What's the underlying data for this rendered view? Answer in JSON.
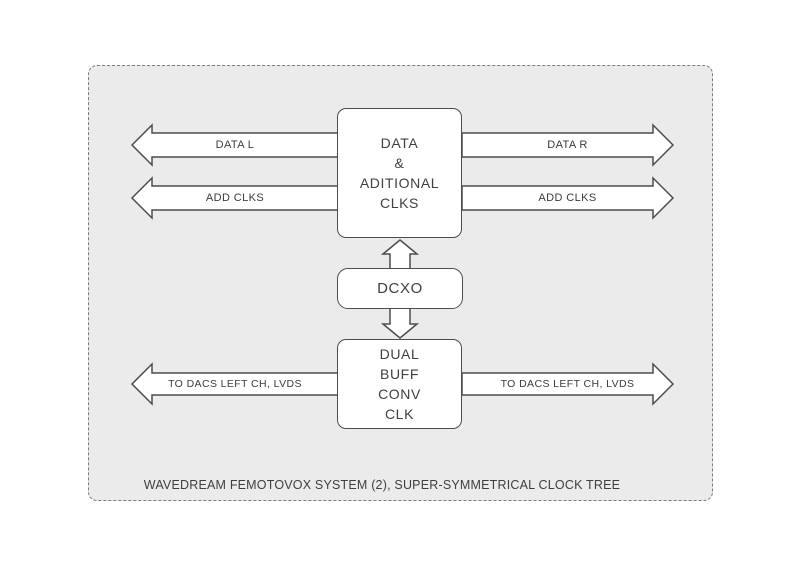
{
  "diagram": {
    "caption": "WAVEDREAM FEMOTOVOX SYSTEM (2), SUPER-SYMMETRICAL CLOCK TREE",
    "boxes": {
      "data_clks": {
        "lines": [
          "DATA",
          "&",
          "ADITIONAL",
          "CLKS"
        ]
      },
      "dcxo": {
        "label": "DCXO"
      },
      "dual_buff": {
        "lines": [
          "DUAL",
          "BUFF",
          "CONV",
          "CLK"
        ]
      }
    },
    "arrow_labels": {
      "data_l": "DATA L",
      "data_r": "DATA R",
      "add_clks_l": "ADD CLKS",
      "add_clks_r": "ADD CLKS",
      "dacs_l": "TO DACS LEFT CH, LVDS",
      "dacs_r": "TO DACS LEFT CH, LVDS"
    },
    "colors": {
      "panel_bg": "#ebebeb",
      "shape_fill": "#ffffff",
      "stroke": "#4d4d4d",
      "text": "#3f3f3f",
      "dashed_border": "#7d7d7d"
    }
  }
}
